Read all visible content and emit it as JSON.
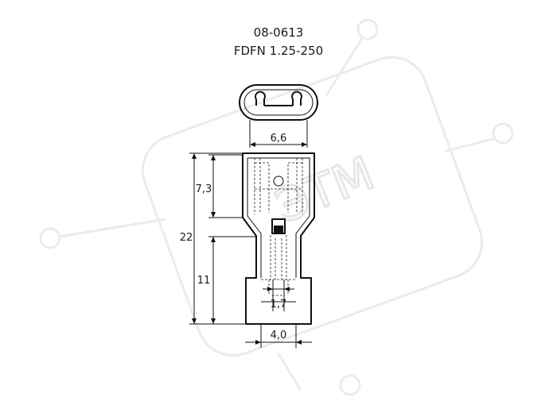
{
  "header": {
    "part_number": "08-0613",
    "model": "FDFN 1.25-250"
  },
  "dimensions": {
    "top_width": "6,6",
    "upper_height": "7,3",
    "total_height": "22",
    "lower_height": "11",
    "hole_width": "1,7",
    "bottom_width": "4,0"
  },
  "watermark": {
    "text": "ЭТМ",
    "color": "#ebebeb"
  }
}
